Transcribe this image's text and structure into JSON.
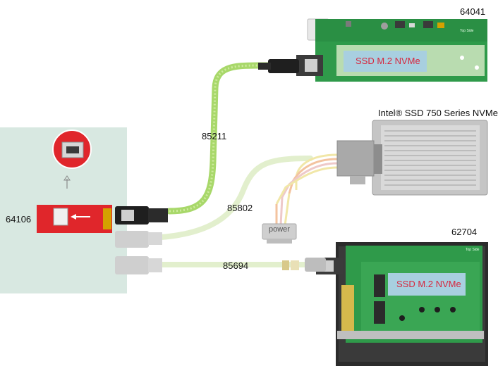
{
  "labels": {
    "board_top": "64041",
    "ssd_750": "Intel® SSD 750 Series NVMe",
    "board_bottom": "62704",
    "adapter": "64106",
    "cable_1": "85211",
    "cable_2": "85802",
    "cable_3": "85694",
    "ssd_top": "SSD M.2 NVMe",
    "ssd_bottom": "SSD M.2 NVMe",
    "power": "power",
    "top_side": "Top Side"
  },
  "colors": {
    "pcb_green": "#2f9a4a",
    "pcb_red": "#e0262b",
    "cable_green": "#a8d86a",
    "panel_bg": "#d8e8e1"
  }
}
